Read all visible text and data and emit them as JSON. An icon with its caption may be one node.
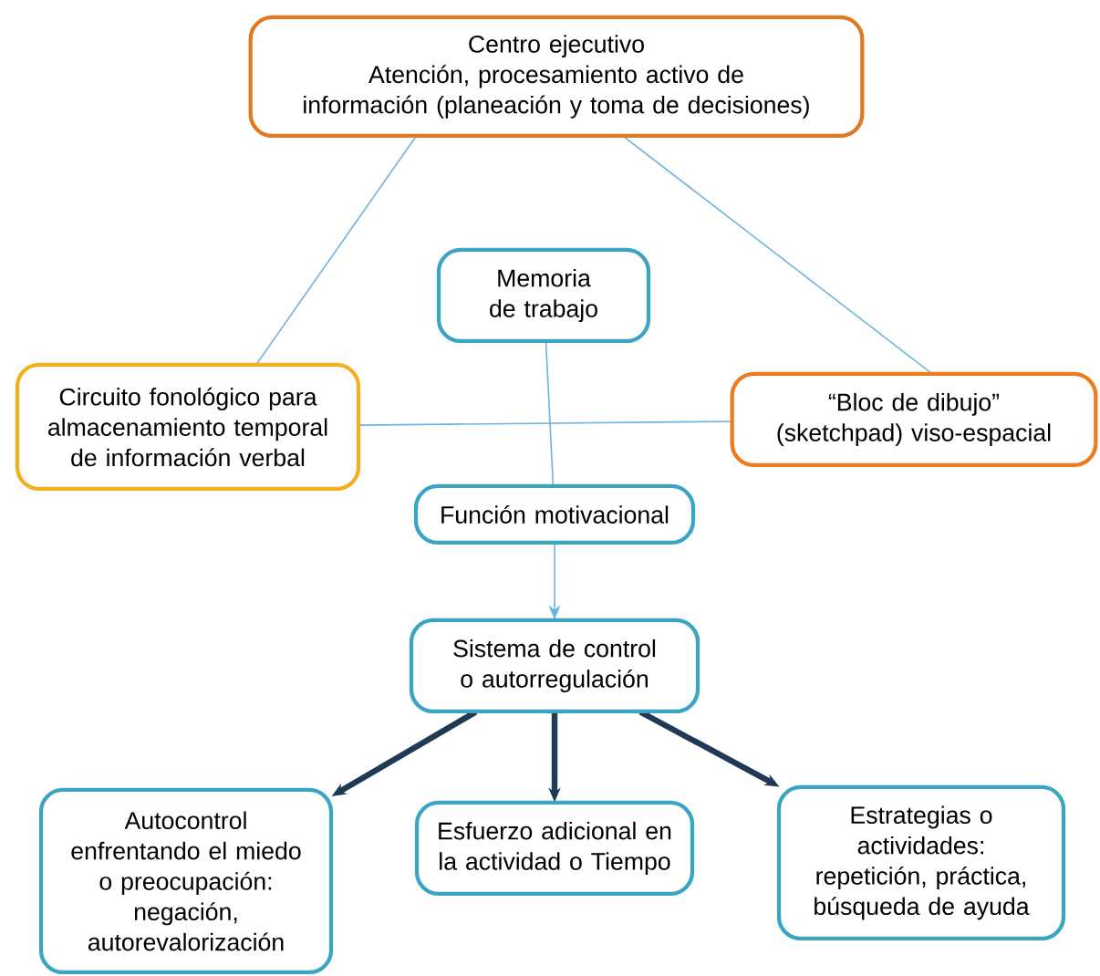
{
  "diagram": {
    "nodes": [
      {
        "text": [
          "Centro ejecutivo",
          "Atención, procesamiento activo de información (planeación y toma de decisiones)"
        ]
      },
      {
        "text": [
          "Memoria de trabajo"
        ]
      },
      {
        "text": [
          "Circuito fonológico para almacenamiento temporal de información verbal"
        ]
      },
      {
        "text": [
          "“Bloc de dibujo” (sketchpad) viso-espacial"
        ]
      },
      {
        "text": [
          "Función motivacional"
        ]
      },
      {
        "text": [
          "Sistema de control o autorregulación"
        ]
      },
      {
        "text": [
          "Autocontrol enfrentando el miedo o preocupación: negación, autorevalorización"
        ]
      },
      {
        "text": [
          "Esfuerzo adicional en la actividad o Tiempo"
        ]
      },
      {
        "text": [
          "Estrategias o actividades: repetición, práctica, búsqueda de ayuda"
        ]
      }
    ],
    "edges": [
      {
        "from": 0,
        "to": 2,
        "arrow": "none"
      },
      {
        "from": 0,
        "to": 3,
        "arrow": "none"
      },
      {
        "from": 2,
        "to": 3,
        "arrow": "none"
      },
      {
        "from": 1,
        "to": 4,
        "arrow": "none"
      },
      {
        "from": 4,
        "to": 5,
        "arrow": "to"
      },
      {
        "from": 5,
        "to": 6,
        "arrow": "to",
        "style": "thick",
        "color": "#1e3a56"
      },
      {
        "from": 5,
        "to": 7,
        "arrow": "to",
        "style": "thick",
        "color": "#1e3a56"
      },
      {
        "from": 5,
        "to": 8,
        "arrow": "to",
        "style": "thick",
        "color": "#1e3a56"
      }
    ]
  }
}
